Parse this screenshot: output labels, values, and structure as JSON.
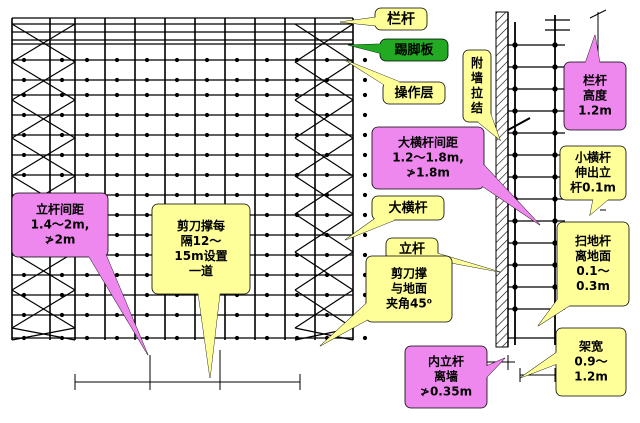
{
  "labels": {
    "guardrail": "栏杆",
    "toe_board": "踢脚板",
    "working_layer": "操作层",
    "wall_tie": [
      "附",
      "墙",
      "拉",
      "结"
    ],
    "guardrail_height": [
      "栏杆",
      "高度",
      "1.2m"
    ],
    "main_ledger_spacing": [
      "大横杆间距",
      "1.2～1.8m,",
      "≯1.8m"
    ],
    "transom_projection": [
      "小横杆",
      "伸出立",
      "杆0.1m"
    ],
    "main_ledger": "大横杆",
    "upright_spacing": [
      "立杆间距",
      "1.4～2m,",
      "≯2m"
    ],
    "brace_interval": [
      "剪刀撑每",
      "隔12～",
      "15m设置",
      "一道"
    ],
    "upright": "立杆",
    "sweep_pole": [
      "扫地杆",
      "离地面",
      "0.1～",
      "0.3m"
    ],
    "brace_angle": [
      "剪刀撑",
      "与地面",
      "夹角45⁰"
    ],
    "inner_upright_distance": [
      "内立杆",
      "离墙",
      "≯0.35m"
    ],
    "frame_width": [
      "架宽",
      "0.9～",
      "1.2m"
    ]
  },
  "colors": {
    "yellow": "#ffff99",
    "green": "#22aa22",
    "magenta": "#ee88ee",
    "line": "#000000"
  }
}
